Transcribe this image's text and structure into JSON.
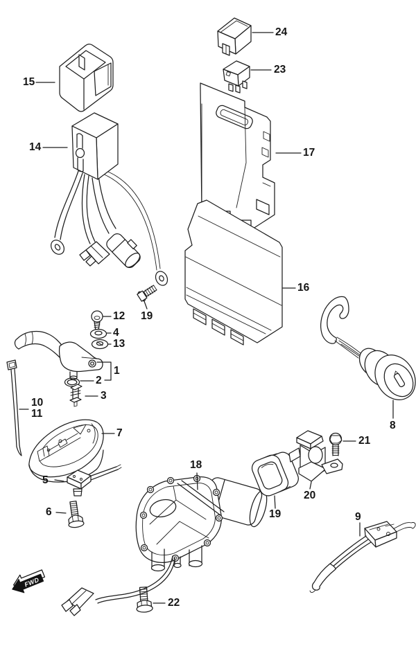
{
  "fig": {
    "kind": "exploded-parts-diagram",
    "background_color": "#ffffff",
    "line_color": "#1d1d1d",
    "fwd": "FWD",
    "callouts": {
      "c1": "1",
      "c2": "2",
      "c3": "3",
      "c4": "4",
      "c5": "5",
      "c6": "6",
      "c7": "7",
      "c8": "8",
      "c9": "9",
      "c10": "10",
      "c11": "11",
      "c12": "12",
      "c13": "13",
      "c14": "14",
      "c15": "15",
      "c16": "16",
      "c17": "17",
      "c18": "18",
      "c19": "19",
      "c20": "20",
      "c21": "21",
      "c22": "22",
      "c23": "23",
      "c24": "24"
    }
  }
}
